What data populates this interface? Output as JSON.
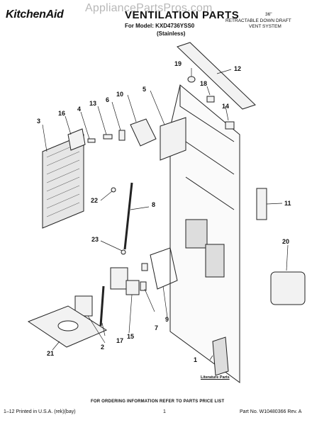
{
  "header": {
    "brand": "KitchenAid",
    "title": "VENTILATION PARTS",
    "model": "For Model: KXD4736YSS0",
    "variant": "(Stainless)",
    "size": "36\"",
    "system_line1": "RETRACTABLE DOWN DRAFT",
    "system_line2": "VENT SYSTEM"
  },
  "watermark": "AppliancePartsPros.com",
  "callouts": [
    "1",
    "2",
    "3",
    "4",
    "5",
    "6",
    "7",
    "8",
    "9",
    "10",
    "11",
    "12",
    "13",
    "14",
    "15",
    "16",
    "17",
    "18",
    "19",
    "20",
    "21",
    "22",
    "23"
  ],
  "literature_label": "Literature Parts",
  "footer": {
    "order_note": "FOR ORDERING INFORMATION REFER TO PARTS PRICE LIST",
    "print_note": "1–12 Printed in U.S.A. (rek)(bay)",
    "page": "1",
    "part_no": "Part No. W10480366 Rev. A"
  },
  "colors": {
    "line": "#222222",
    "fill": "#f2f2f2",
    "dark": "#555555"
  }
}
